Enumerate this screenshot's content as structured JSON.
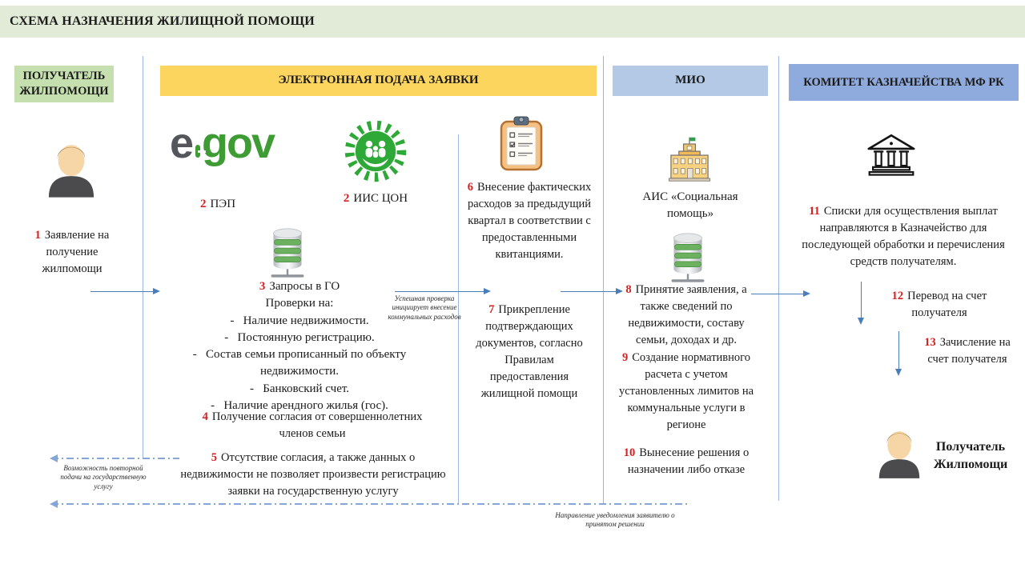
{
  "title": "СХЕМА НАЗНАЧЕНИЯ ЖИЛИЩНОЙ ПОМОЩИ",
  "headers": {
    "recipient": "ПОЛУЧАТЕЛЬ ЖИЛПОМОЩИ",
    "submission": "ЭЛЕКТРОННАЯ ПОДАЧА ЗАЯВКИ",
    "mio": "МИО",
    "treasury": "КОМИТЕТ КАЗНАЧЕЙСТВА МФ РК"
  },
  "logos": {
    "egov_e": "e",
    "egov_gov": "gov",
    "pep": {
      "num": "2",
      "label": "ПЭП"
    },
    "con": {
      "num": "2",
      "label": "ИИС ЦОН"
    },
    "ais": "АИС «Социальная помощь»"
  },
  "steps": {
    "s1": {
      "num": "1",
      "text": "Заявление на получение жилпомощи"
    },
    "s3": {
      "num": "3",
      "title": "Запросы в ГО",
      "subtitle": "Проверки на:",
      "checks": [
        "Наличие недвижимости.",
        "Постоянную регистрацию.",
        "Состав семьи прописанный по объекту недвижимости.",
        "Банковский счет.",
        "Наличие арендного жилья (гос)."
      ]
    },
    "s4": {
      "num": "4",
      "text": "Получение согласия от совершеннолетних членов семьи"
    },
    "s5": {
      "num": "5",
      "text": "Отсутствие согласия, а также данных о недвижимости не позволяет произвести регистрацию заявки на государственную услугу"
    },
    "s6": {
      "num": "6",
      "text": "Внесение фактических расходов за предыдущий квартал в соответствии с предоставленными квитанциями."
    },
    "s7": {
      "num": "7",
      "text": "Прикрепление подтверждающих документов, согласно Правилам предоставления жилищной помощи"
    },
    "s8": {
      "num": "8",
      "text": "Принятие заявления, а также сведений по недвижимости, составу семьи, доходах и др."
    },
    "s9": {
      "num": "9",
      "text": "Создание нормативного расчета с учетом установленных лимитов на коммунальные услуги в регионе"
    },
    "s10": {
      "num": "10",
      "text": "Вынесение решения о назначении либо отказе"
    },
    "s11": {
      "num": "11",
      "text": "Списки для осуществления выплат направляются в Казначейство для последующей обработки и перечисления средств получателям."
    },
    "s12": {
      "num": "12",
      "text": "Перевод на счет получателя"
    },
    "s13": {
      "num": "13",
      "text": "Зачисление на счет получателя"
    }
  },
  "annotations": {
    "success_check": "Успешная проверка инициирует внесение коммунальных расходов",
    "resubmit": "Возможность повторной подачи на государственную услугу",
    "notify": "Направление уведомления заявителю о принятом решении"
  },
  "recipient_final": "Получатель Жилпомощи",
  "colors": {
    "title_bg": "#e2ebd7",
    "header_green": "#c5dfae",
    "header_yellow": "#fcd55f",
    "header_blue_light": "#b4c9e6",
    "header_blue": "#8faadc",
    "arrow_blue": "#4a7ebb",
    "divider_blue": "#9ab7dd",
    "accent_red": "#d42020"
  }
}
